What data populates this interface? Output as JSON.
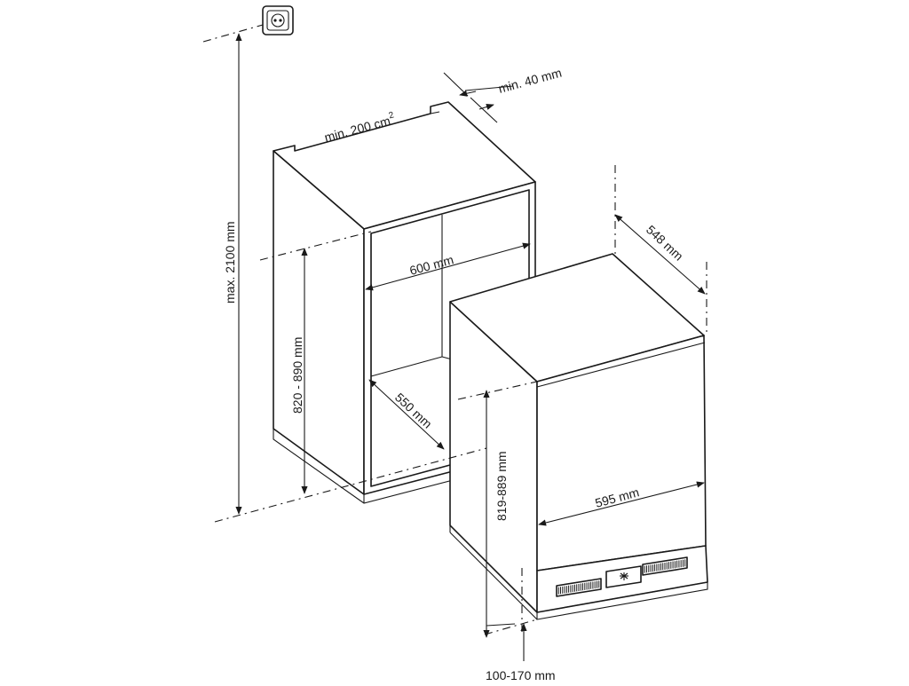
{
  "dimensions": {
    "max_height": "max. 2100 mm",
    "top_vent": "min. 200 cm",
    "top_vent_superscript": "2",
    "rear_gap": "min. 40 mm",
    "niche_width": "600 mm",
    "niche_height": "820 - 890 mm",
    "niche_depth": "550 mm",
    "appliance_depth": "548 mm",
    "appliance_width": "595 mm",
    "appliance_height": "819-889 mm",
    "plinth_height": "100-170 mm"
  },
  "icons": {
    "socket": "power-socket-icon",
    "snowflake": "snowflake-icon"
  },
  "colors": {
    "line": "#1a1a1a",
    "background": "#ffffff"
  }
}
